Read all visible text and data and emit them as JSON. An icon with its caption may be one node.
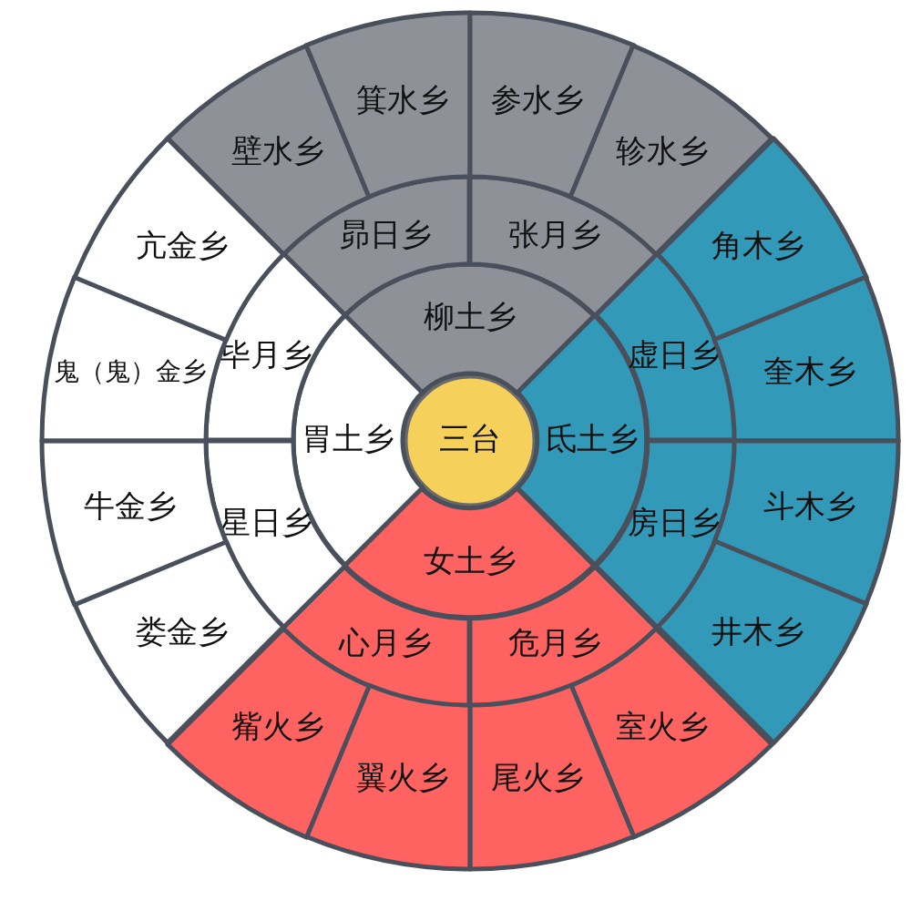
{
  "diagram": {
    "nodes": [
      {
        "text": [
          "三台"
        ]
      },
      {
        "text": [
          "柳土乡"
        ]
      },
      {
        "text": [
          "氐土乡"
        ]
      },
      {
        "text": [
          "女土乡"
        ]
      },
      {
        "text": [
          "胃土乡"
        ]
      },
      {
        "text": [
          "昴日乡"
        ]
      },
      {
        "text": [
          "张月乡"
        ]
      },
      {
        "text": [
          "虚日乡"
        ]
      },
      {
        "text": [
          "房日乡"
        ]
      },
      {
        "text": [
          "危月乡"
        ]
      },
      {
        "text": [
          "心月乡"
        ]
      },
      {
        "text": [
          "星日乡"
        ]
      },
      {
        "text": [
          "毕月乡"
        ]
      },
      {
        "text": [
          "壁水乡"
        ]
      },
      {
        "text": [
          "箕水乡"
        ]
      },
      {
        "text": [
          "参水乡"
        ]
      },
      {
        "text": [
          "轸水乡"
        ]
      },
      {
        "text": [
          "角木乡"
        ]
      },
      {
        "text": [
          "奎木乡"
        ]
      },
      {
        "text": [
          "斗木乡"
        ]
      },
      {
        "text": [
          "井木乡"
        ]
      },
      {
        "text": [
          "室火乡"
        ]
      },
      {
        "text": [
          "尾火乡"
        ]
      },
      {
        "text": [
          "翼火乡"
        ]
      },
      {
        "text": [
          "觜火乡"
        ]
      },
      {
        "text": [
          "娄金乡"
        ]
      },
      {
        "text": [
          "牛金乡"
        ]
      },
      {
        "text": [
          "鬼（鬼）金乡"
        ]
      },
      {
        "text": [
          "亢金乡"
        ]
      }
    ]
  }
}
